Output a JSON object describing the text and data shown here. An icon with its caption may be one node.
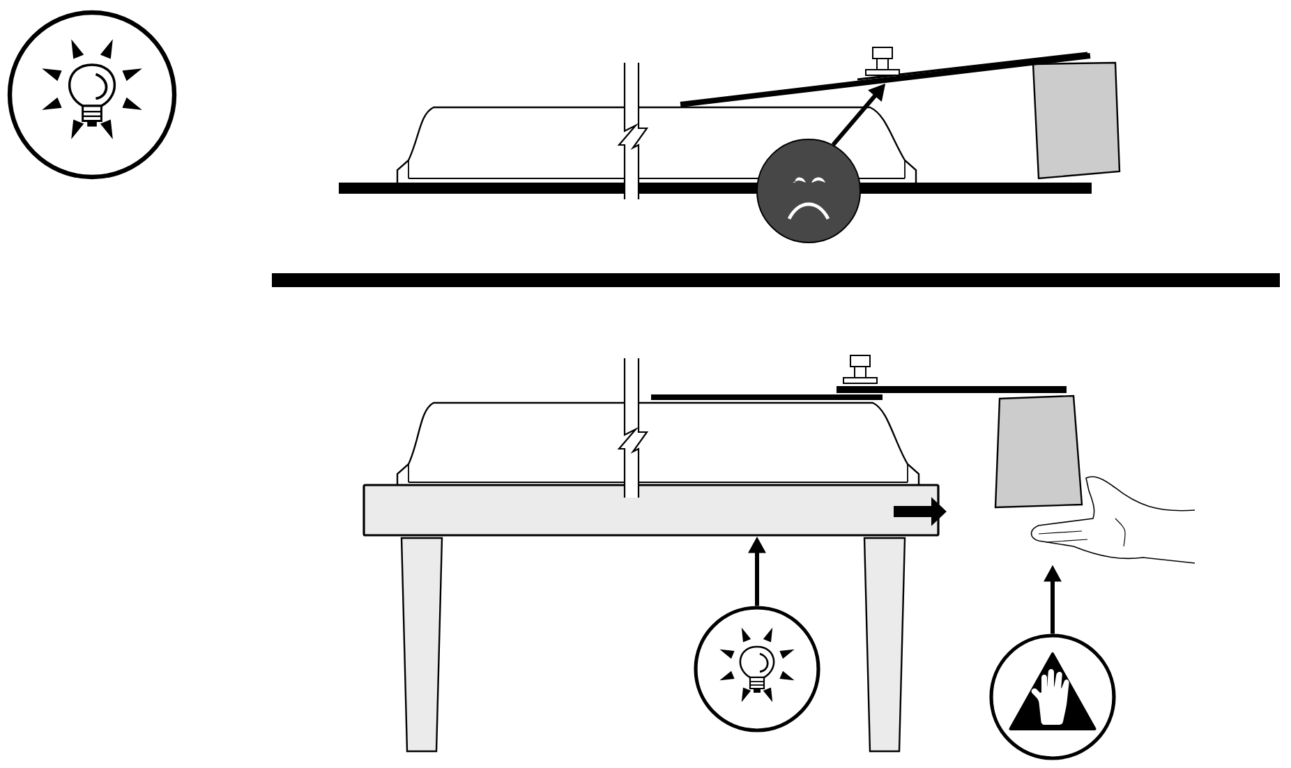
{
  "diagram": {
    "nodes": [
      {
        "text": [],
        "shape": "circle"
      },
      {
        "text": [],
        "shape": "bar"
      },
      {
        "text": [],
        "shape": "circle"
      },
      {
        "text": [],
        "shape": "box"
      },
      {
        "text": [],
        "shape": "circle"
      },
      {
        "text": [],
        "shape": "hand"
      },
      {
        "text": [],
        "shape": "circle"
      }
    ],
    "edges": [
      {
        "from": 2,
        "to": 1,
        "arrow": "to"
      },
      {
        "from": 4,
        "to": 3,
        "arrow": "to"
      },
      {
        "from": 6,
        "to": 5,
        "arrow": "to"
      }
    ]
  }
}
